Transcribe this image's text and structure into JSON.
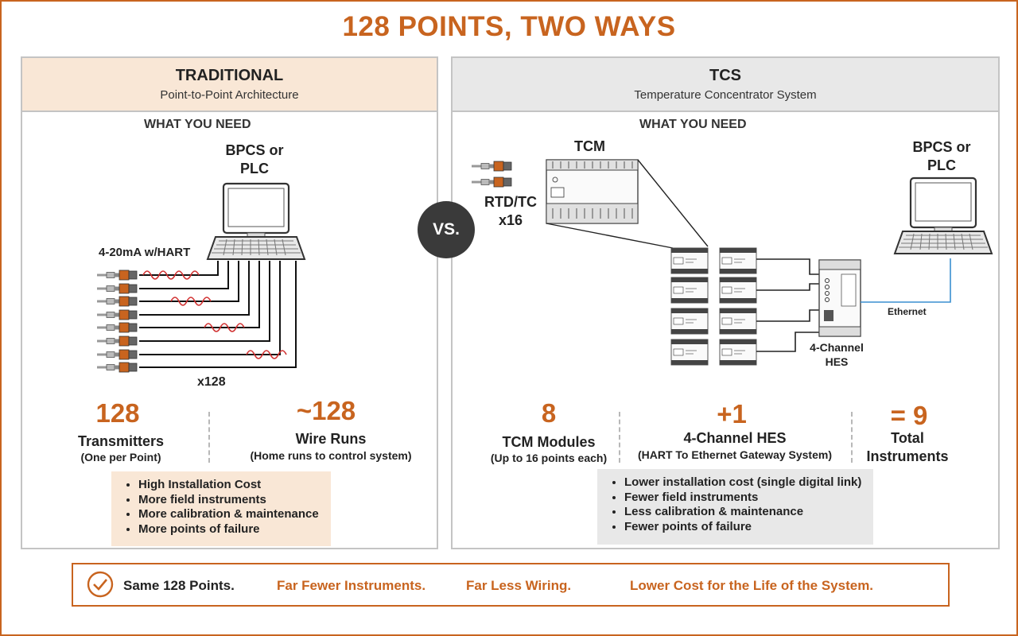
{
  "title": "128 POINTS, TWO WAYS",
  "vs": "VS.",
  "left": {
    "title": "TRADITIONAL",
    "subtitle": "Point-to-Point Architecture",
    "what_you_need": "WHAT YOU NEED",
    "controller_label_1": "BPCS or",
    "controller_label_2": "PLC",
    "signal_label": "4-20mA w/HART",
    "multiplier": "x128",
    "stats": [
      {
        "value": "128",
        "label": "Transmitters",
        "sub": "(One per Point)"
      },
      {
        "value": "~128",
        "label": "Wire Runs",
        "sub": "(Home runs to control system)"
      }
    ],
    "bullets": [
      "High Installation Cost",
      "More field instruments",
      "More calibration & maintenance",
      "More points of failure"
    ]
  },
  "right": {
    "title": "TCS",
    "subtitle": "Temperature Concentrator System",
    "what_you_need": "WHAT YOU NEED",
    "tcm_label": "TCM",
    "sensor_label_1": "RTD/TC",
    "sensor_label_2": "x16",
    "controller_label_1": "BPCS or",
    "controller_label_2": "PLC",
    "ethernet_label": "Ethernet",
    "hes_label_1": "4-Channel",
    "hes_label_2": "HES",
    "module_text": "TCM",
    "stats": [
      {
        "value": "8",
        "label": "TCM Modules",
        "sub": "(Up to 16 points each)"
      },
      {
        "value": "+1",
        "label": "4-Channel HES",
        "sub": "(HART To Ethernet Gateway System)"
      },
      {
        "value": "= 9",
        "label": "Total",
        "label2": "Instruments"
      }
    ],
    "bullets": [
      "Lower installation cost (single digital link)",
      "Fewer field instruments",
      "Less calibration & maintenance",
      "Fewer points of failure"
    ]
  },
  "footer": {
    "text_1": "Same 128 Points.",
    "text_2": "Far Fewer Instruments.",
    "text_3": "Far Less Wiring.",
    "text_4": "Lower Cost for the Life of the System."
  },
  "colors": {
    "accent": "#c8641f",
    "left_header": "#f9e7d6",
    "right_header": "#e8e8e8",
    "wave": "#d03030",
    "ethernet": "#3a8fd0"
  },
  "icons": [
    "computer-icon",
    "sensor-icon",
    "hart-wave-icon",
    "tcm-module-icon",
    "hes-gateway-icon",
    "check-circle-icon"
  ]
}
